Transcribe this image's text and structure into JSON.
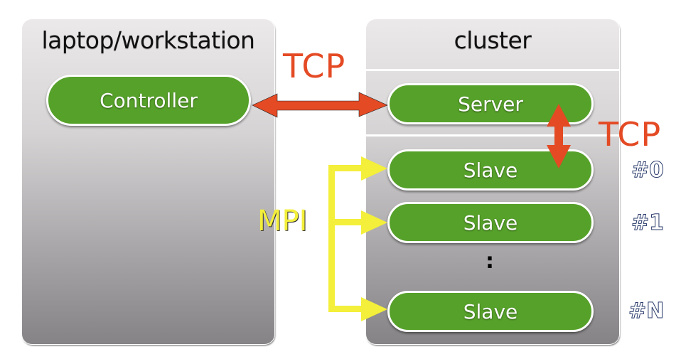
{
  "left_panel": {
    "title": "laptop/workstation",
    "controller_label": "Controller"
  },
  "right_panel": {
    "title": "cluster",
    "server_label": "Server",
    "slaves": [
      {
        "label": "Slave",
        "index": "#0"
      },
      {
        "label": "Slave",
        "index": "#1"
      },
      {
        "label": "Slave",
        "index": "#N"
      }
    ],
    "ellipsis": ":"
  },
  "connections": {
    "controller_server": "TCP",
    "server_slave": "TCP",
    "slaves": "MPI"
  },
  "colors": {
    "node_fill": "#56a12a",
    "tcp_arrow": "#e44a24",
    "mpi_arrow": "#f3ef3a"
  }
}
